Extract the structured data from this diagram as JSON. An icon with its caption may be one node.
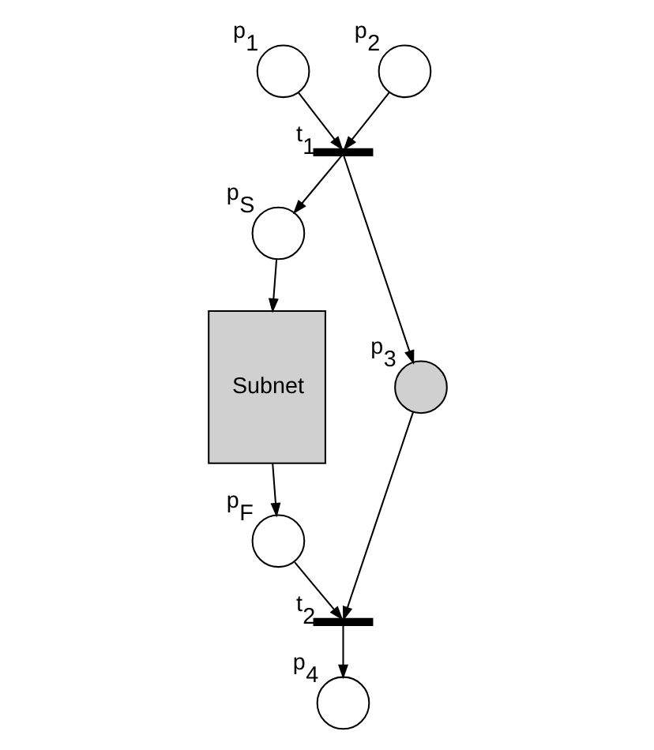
{
  "diagram": {
    "nodes": [
      {
        "text": [],
        "shape": "circle",
        "beside": [
          "p$_{1}$"
        ]
      },
      {
        "text": [],
        "shape": "circle",
        "beside": [
          "p$_{2}$"
        ]
      },
      {
        "text": [],
        "shape": "bar",
        "beside": [
          "t$_{1}$"
        ]
      },
      {
        "text": [],
        "shape": "circle",
        "beside": [
          "p$_{S}$"
        ]
      },
      {
        "text": [],
        "shape": "circle",
        "beside": [
          "p$_{3}$"
        ]
      },
      {
        "text": [
          "Subnet"
        ]
      },
      {
        "text": [],
        "shape": "circle",
        "beside": [
          "p$_{F}$"
        ]
      },
      {
        "text": [],
        "shape": "bar",
        "beside": [
          "t$_{2}$"
        ]
      },
      {
        "text": [],
        "shape": "circle",
        "beside": [
          "p$_{4}$"
        ]
      }
    ],
    "edges": [
      {
        "from": 0,
        "to": 2,
        "arrow": "to"
      },
      {
        "from": 1,
        "to": 2,
        "arrow": "to"
      },
      {
        "from": 2,
        "to": 3,
        "arrow": "to"
      },
      {
        "from": 2,
        "to": 4,
        "arrow": "to"
      },
      {
        "from": 3,
        "to": 5,
        "arrow": "to"
      },
      {
        "from": 5,
        "to": 6,
        "arrow": "to"
      },
      {
        "from": 6,
        "to": 7,
        "arrow": "to"
      },
      {
        "from": 4,
        "to": 7,
        "arrow": "to"
      },
      {
        "from": 7,
        "to": 8,
        "arrow": "to"
      }
    ]
  }
}
